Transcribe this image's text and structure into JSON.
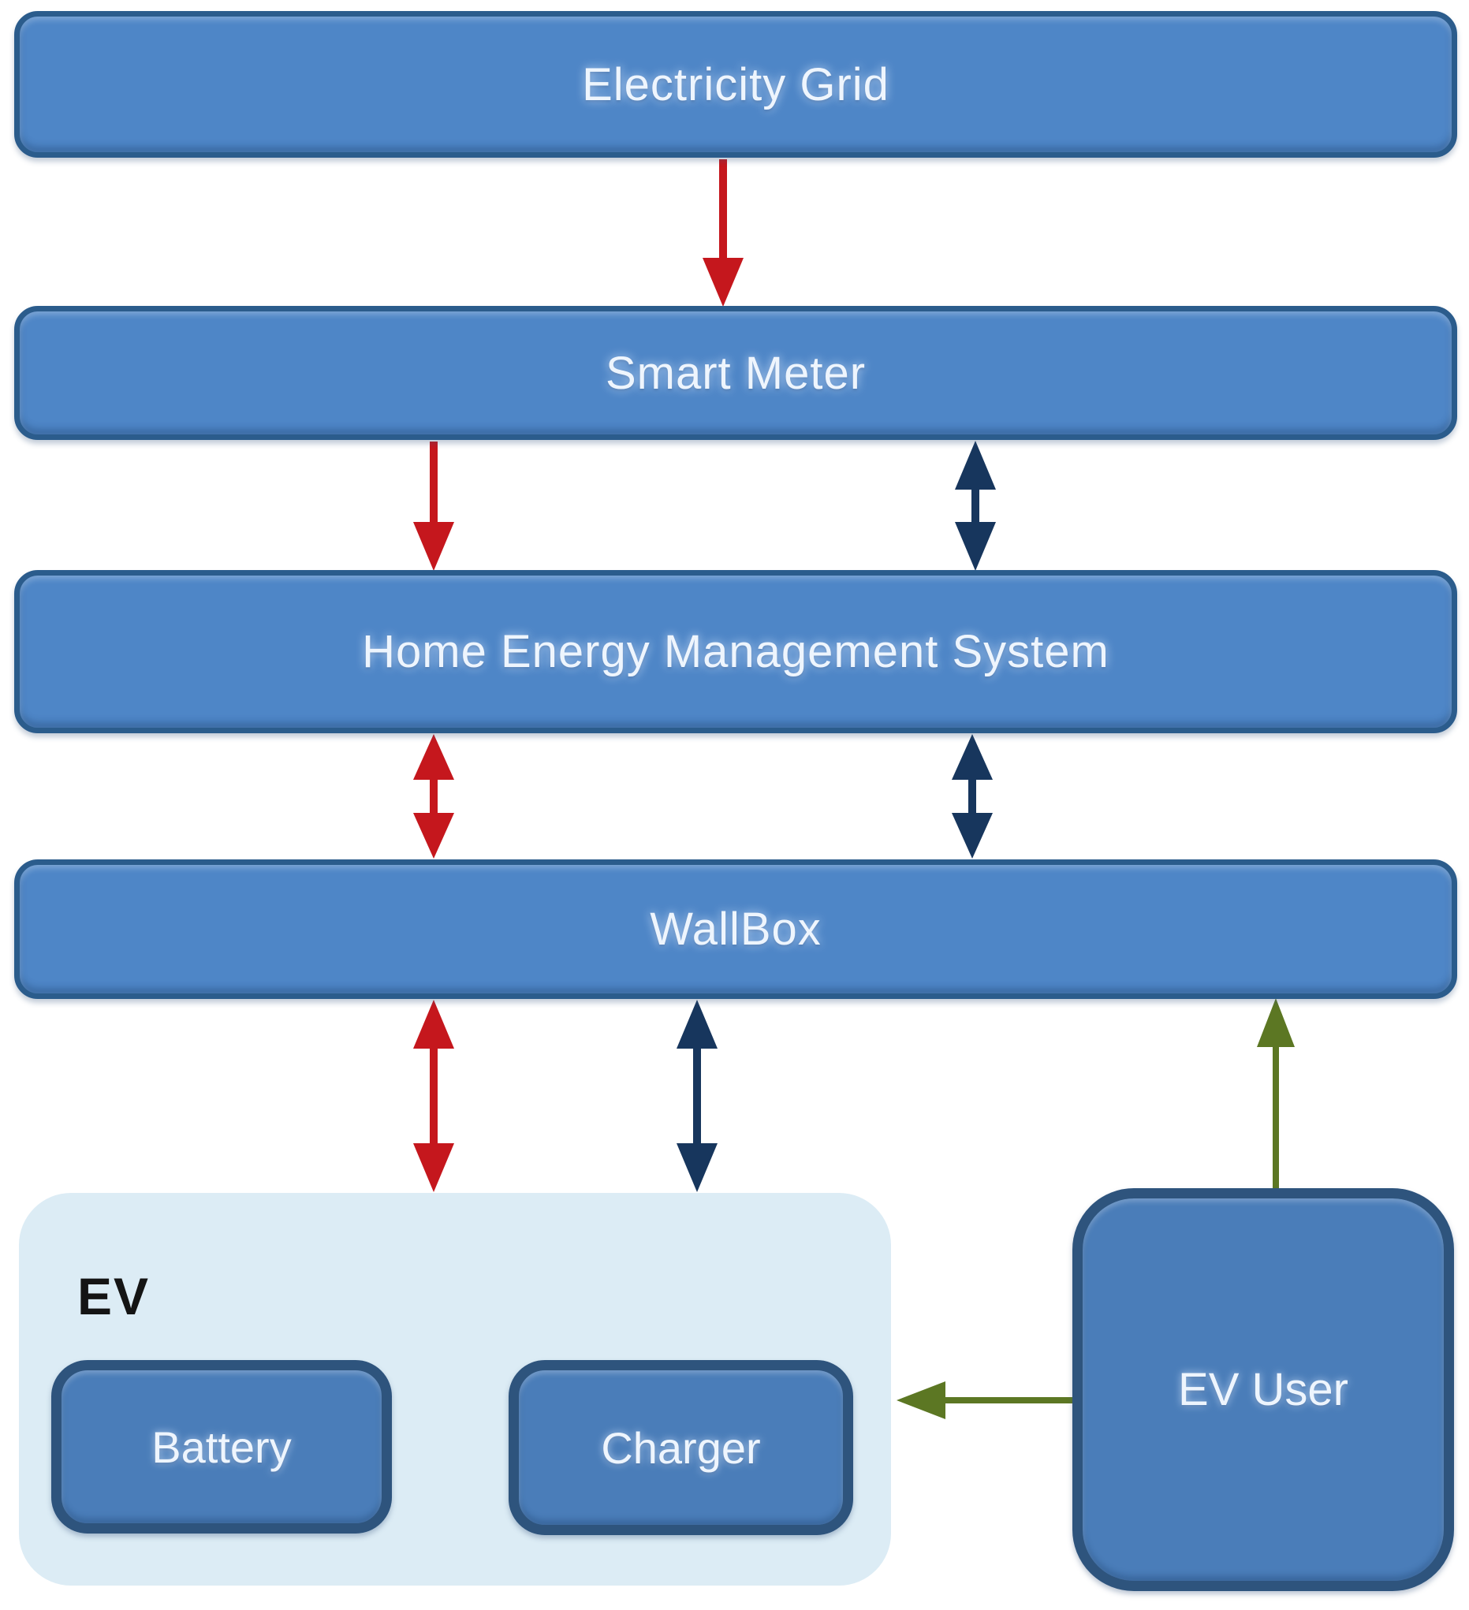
{
  "nodes": {
    "electricity_grid": {
      "label": "Electricity Grid"
    },
    "smart_meter": {
      "label": "Smart Meter"
    },
    "hems": {
      "label": "Home Energy Management System"
    },
    "wallbox": {
      "label": "WallBox"
    },
    "ev_group": {
      "label": "EV"
    },
    "battery": {
      "label": "Battery"
    },
    "charger": {
      "label": "Charger"
    },
    "ev_user": {
      "label": "EV User"
    }
  },
  "edges": [
    {
      "from": "Electricity Grid",
      "to": "Smart Meter",
      "type": "power",
      "direction": "one-way"
    },
    {
      "from": "Smart Meter",
      "to": "Home Energy Management System",
      "type": "power",
      "direction": "one-way"
    },
    {
      "from": "Smart Meter",
      "to": "Home Energy Management System",
      "type": "communication",
      "direction": "two-way"
    },
    {
      "from": "Home Energy Management System",
      "to": "WallBox",
      "type": "power",
      "direction": "two-way"
    },
    {
      "from": "Home Energy Management System",
      "to": "WallBox",
      "type": "communication",
      "direction": "two-way"
    },
    {
      "from": "WallBox",
      "to": "EV",
      "type": "power",
      "direction": "two-way"
    },
    {
      "from": "WallBox",
      "to": "EV",
      "type": "communication",
      "direction": "two-way"
    },
    {
      "from": "Battery",
      "to": "Charger",
      "type": "power",
      "direction": "two-way"
    },
    {
      "from": "Battery",
      "to": "Charger",
      "type": "communication",
      "direction": "two-way"
    },
    {
      "from": "EV User",
      "to": "WallBox",
      "type": "user-action",
      "direction": "one-way"
    },
    {
      "from": "EV User",
      "to": "EV",
      "type": "user-action",
      "direction": "one-way"
    }
  ],
  "colors": {
    "background": "#ffffff",
    "box_fill": "#4e86c7",
    "box_border": "#2b5c8c",
    "inner_box_fill": "#4a7db9",
    "inner_box_border": "#2e547d",
    "ev_container_fill": "#dcecf5",
    "arrow_power": "#c5171d",
    "arrow_comm": "#17365d",
    "arrow_comm_battery": "#31465f",
    "arrow_user": "#5c7723",
    "label_text": "#eef5fd",
    "ev_label_text": "#141414"
  }
}
